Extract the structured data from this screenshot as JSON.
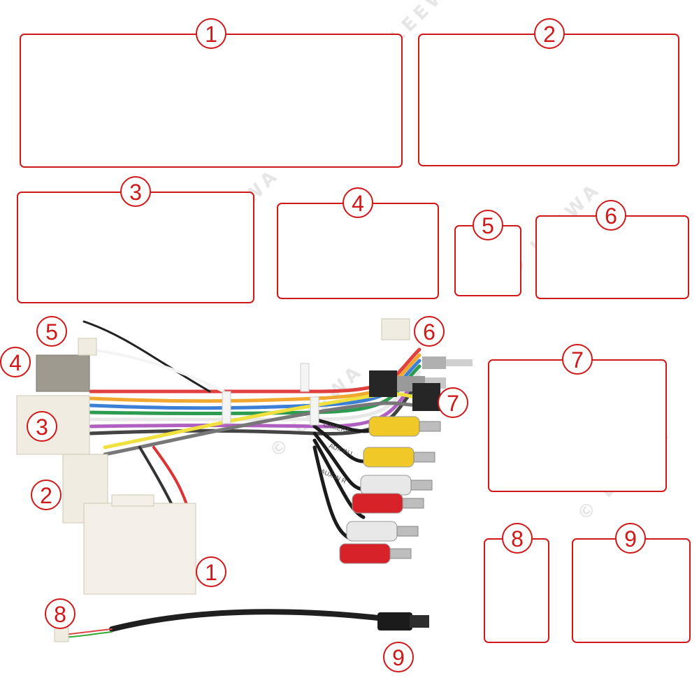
{
  "watermark": "© LEEWA",
  "panels": {
    "p1": "1",
    "p2": "2",
    "p3": "3",
    "p4": "4",
    "p5": "5",
    "p6": "6",
    "p7": "7",
    "p8": "8",
    "p9": "9"
  },
  "harness": {
    "l1": "1",
    "l2": "2",
    "l3": "3",
    "l4": "4",
    "l5": "5",
    "l6": "6",
    "l7": "7",
    "l8": "8",
    "l9": "9"
  },
  "cable_labels": {
    "camera": "CAMERA",
    "aux_l": "AUX IN L",
    "aux_r": "AUX IN R"
  },
  "colors": {
    "accent": "#d01818",
    "connector_white": "#f1ece2",
    "connector_gray": "#a9a59b"
  }
}
